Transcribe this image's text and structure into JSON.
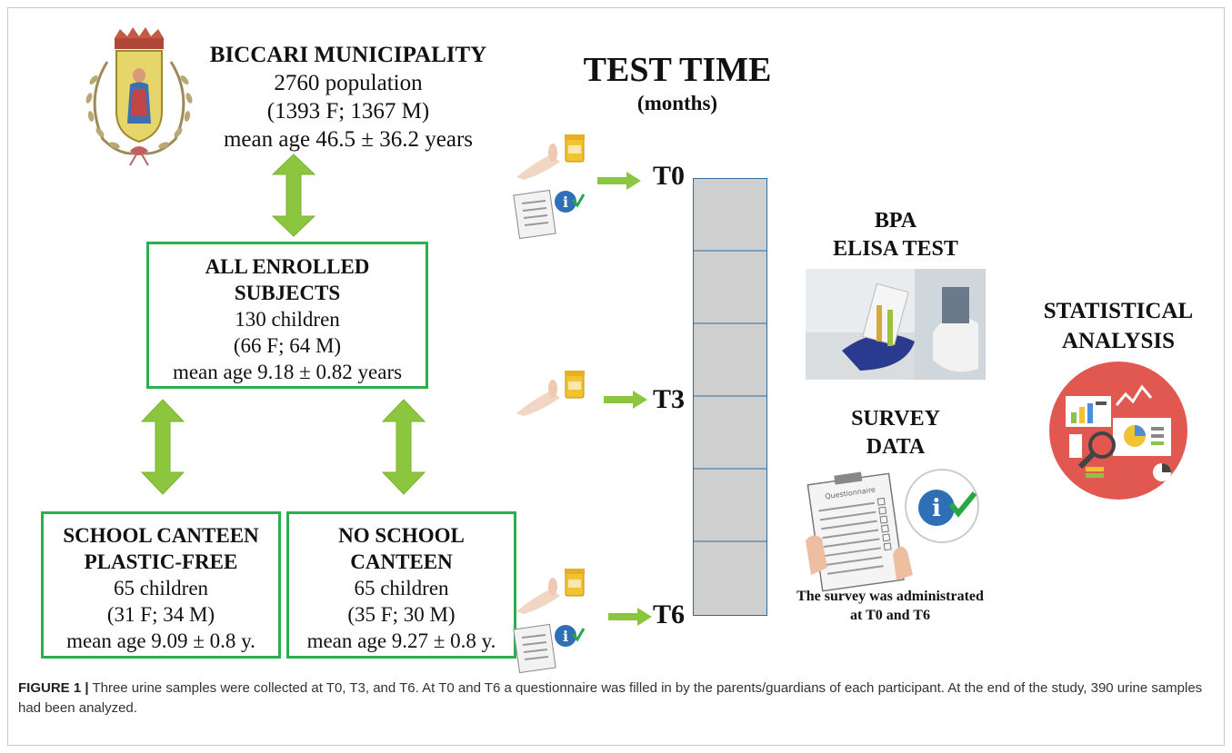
{
  "municipality": {
    "title": "BICCARI MUNICIPALITY",
    "population": "2760 population",
    "sex_split": "(1393 F; 1367 M)",
    "mean_age": "mean age 46.5 ± 36.2 years"
  },
  "enrolled": {
    "title_line1": "ALL ENROLLED",
    "title_line2": "SUBJECTS",
    "count": "130 children",
    "sex_split": "(66 F; 64 M)",
    "mean_age": "mean age 9.18 ± 0.82 years"
  },
  "group_canteen": {
    "title_line1": "SCHOOL CANTEEN",
    "title_line2": "PLASTIC-FREE",
    "count": "65 children",
    "sex_split": "(31 F; 34 M)",
    "mean_age": "mean age 9.09 ± 0.8 y."
  },
  "group_no_canteen": {
    "title_line1": "NO SCHOOL",
    "title_line2": "CANTEEN",
    "count": "65 children",
    "sex_split": "(35 F; 30 M)",
    "mean_age": "mean age 9.27 ± 0.8 y."
  },
  "timeline": {
    "title": "TEST TIME",
    "subtitle": "(months)",
    "t0": "T0",
    "t3": "T3",
    "t6": "T6"
  },
  "bpa": {
    "line1": "BPA",
    "line2": "ELISA TEST"
  },
  "survey": {
    "line1": "SURVEY",
    "line2": "DATA",
    "questionnaire_label": "Questionnaire",
    "note_line1": "The survey was administrated",
    "note_line2": "at T0 and T6"
  },
  "stats": {
    "line1": "STATISTICAL",
    "line2": "ANALYSIS"
  },
  "caption": {
    "label": "FIGURE 1 |",
    "text": " Three urine samples were collected at T0, T3, and T6. At T0 and T6 a questionnaire was filled in by the parents/guardians of each participant. At the end of the study, 390 urine samples had been analyzed."
  },
  "colors": {
    "box_border": "#2eae4f",
    "arrow_green": "#8cc63f",
    "timeline_fill": "#cfcfcf",
    "timeline_border": "#2f6c9b",
    "stats_circle": "#e0584f"
  },
  "icons": {
    "crest": "coat-of-arms-icon",
    "urine_cup": "urine-sample-cup-icon",
    "questionnaire": "questionnaire-icon",
    "elisa_photo": "elisa-pipette-photo",
    "stats": "statistics-dashboard-icon"
  }
}
